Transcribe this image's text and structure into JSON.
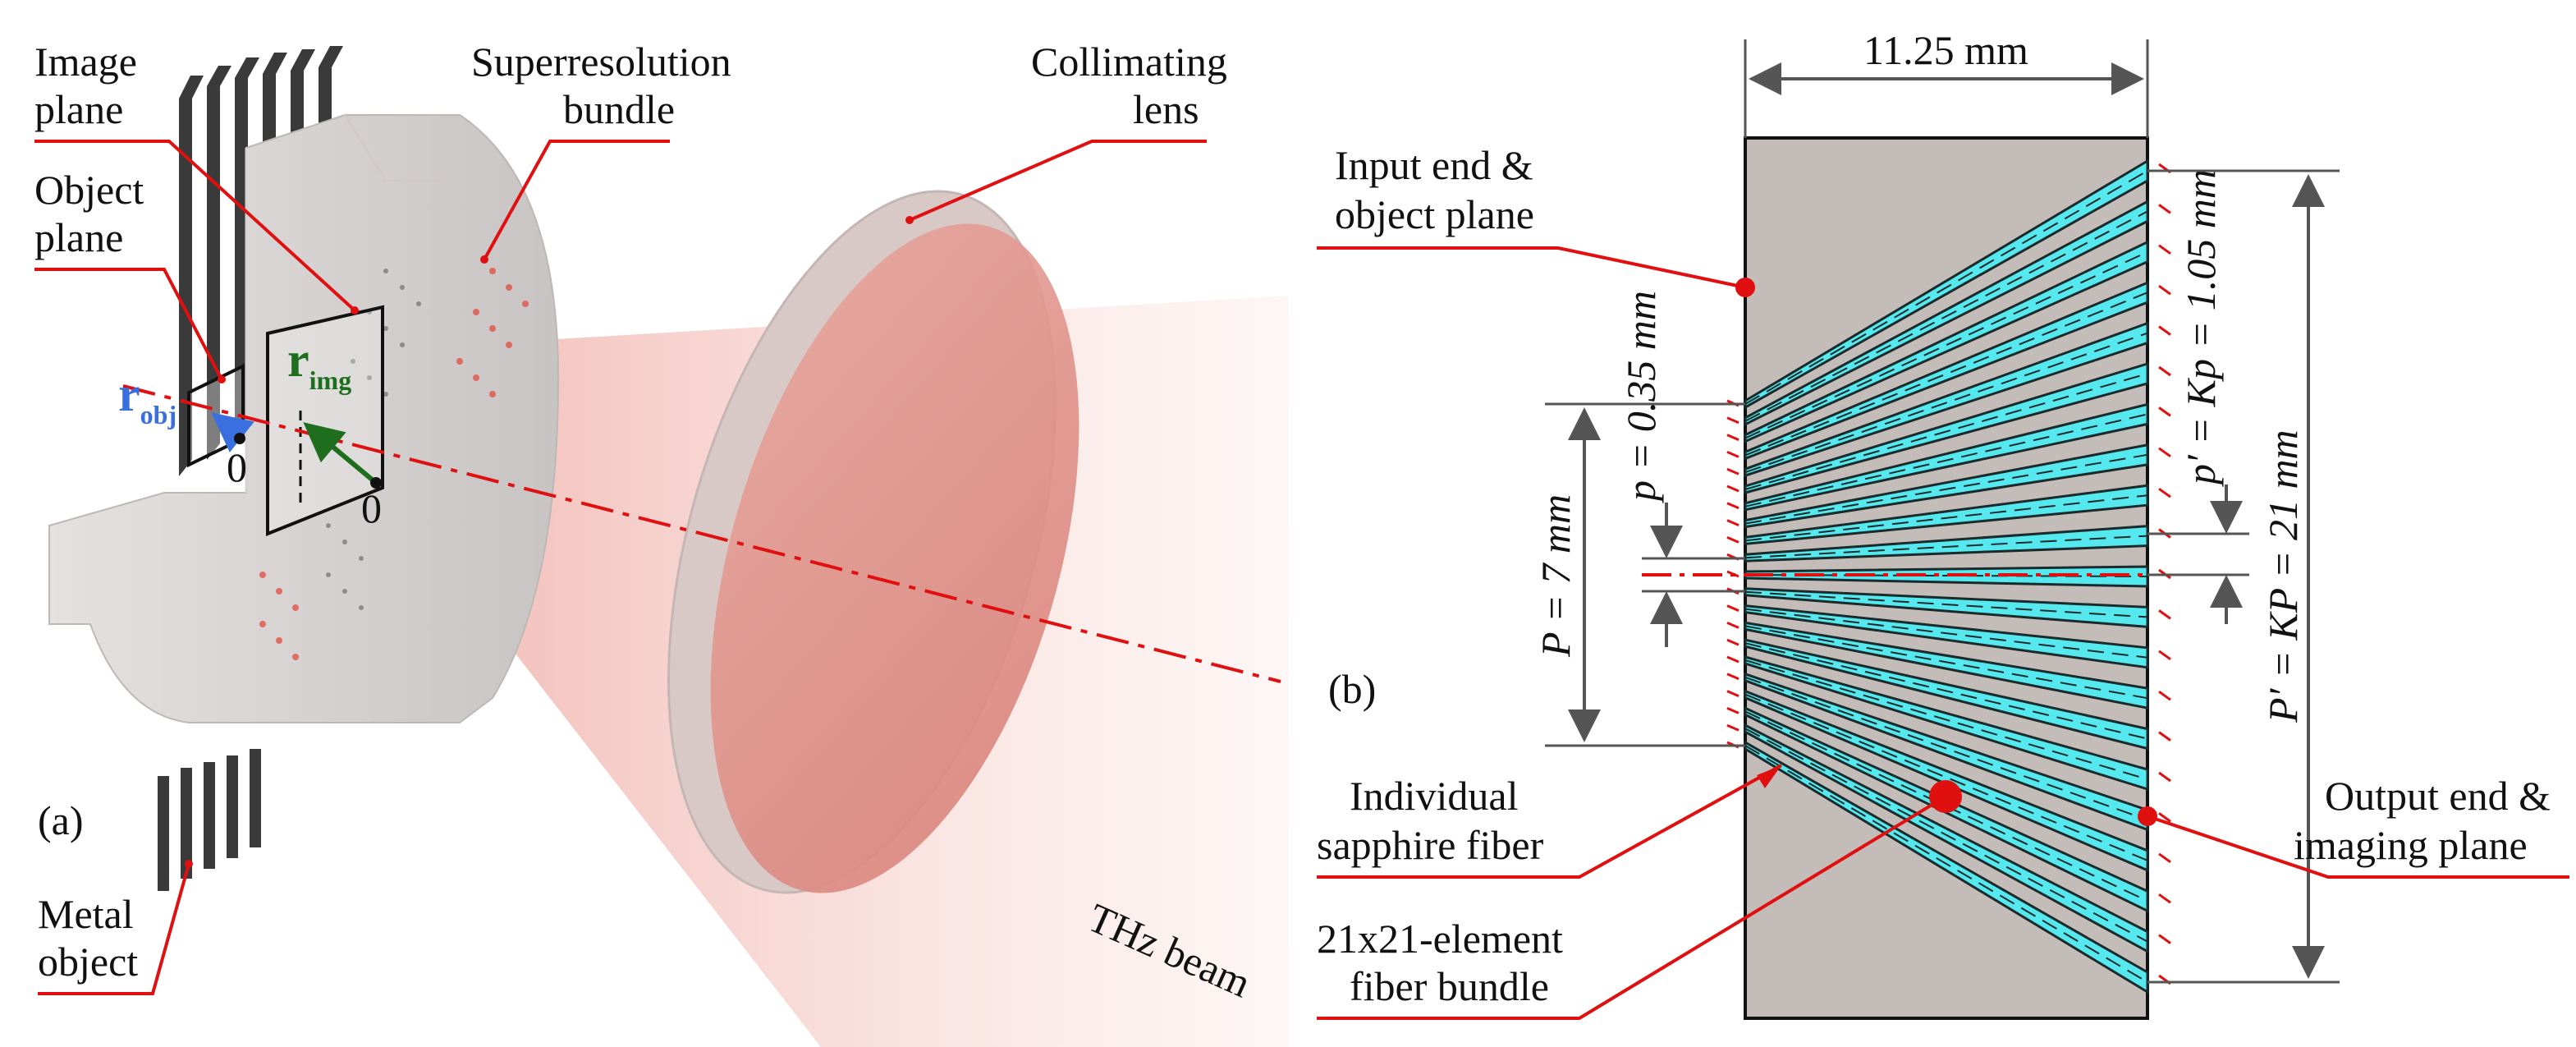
{
  "labels": {
    "image_plane": [
      "Image",
      "plane"
    ],
    "object_plane": [
      "Object",
      "plane"
    ],
    "superresolution_bundle": [
      "Superresolution",
      "bundle"
    ],
    "collimating_lens": [
      "Collimating",
      "lens"
    ],
    "metal_object": [
      "Metal",
      "object"
    ],
    "thz_beam": "THz beam",
    "panel_a": "(a)",
    "panel_b": "(b)",
    "r_obj": "r",
    "r_obj_sub": "obj",
    "r_img": "r",
    "r_img_sub": "img",
    "origin_obj": "0",
    "origin_img": "0",
    "input_end": [
      "Input end &",
      "object plane"
    ],
    "individual_fiber": [
      "Individual",
      "sapphire fiber"
    ],
    "bundle_21": [
      "21x21-element",
      "fiber bundle"
    ],
    "output_end": [
      "Output end &",
      "imaging plane"
    ],
    "width_dim": "11.25 mm",
    "p_small": "p = 0.35 mm",
    "P_big": "P = 7 mm",
    "p_prime": "p′ = Kp = 1.05 mm",
    "P_prime": "P′ = KP = 21 mm"
  },
  "colors": {
    "annotation_red": "#e01010",
    "fiber_cyan": "#55e8ee",
    "bundle_gray": "#c4bcb8",
    "r_obj_blue": "#3a6fe0",
    "r_img_green": "#1e6e1e",
    "beam_pink": "#e98a80"
  },
  "fiber_count": 21
}
